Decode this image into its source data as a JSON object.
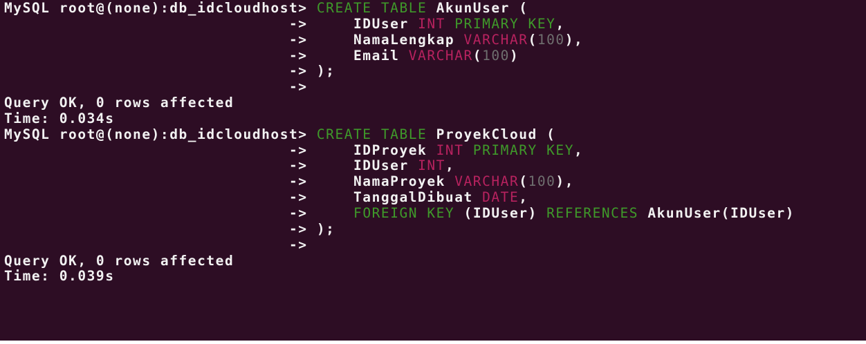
{
  "terminal": {
    "theme": {
      "background": "#2d0d24",
      "text": "#f2f2f2",
      "keyword": "#3f9a2a",
      "type": "#b8225f",
      "number": "#6f6f6f"
    },
    "prompt": "MySQL root@(none):db_idcloudhost> ",
    "continuation": "                               -> ",
    "lines": [
      {
        "segments": [
          {
            "t": "MySQL root@(none):db_idcloudhost> ",
            "c": "pl"
          },
          {
            "t": "CREATE TABLE",
            "c": "kw"
          },
          {
            "t": " AkunUser (",
            "c": "pl"
          }
        ]
      },
      {
        "segments": [
          {
            "t": "                               ->     IDUser ",
            "c": "pl"
          },
          {
            "t": "INT",
            "c": "ty"
          },
          {
            "t": " ",
            "c": "pl"
          },
          {
            "t": "PRIMARY KEY",
            "c": "kw"
          },
          {
            "t": ",",
            "c": "pl"
          }
        ]
      },
      {
        "segments": [
          {
            "t": "                               ->     NamaLengkap ",
            "c": "pl"
          },
          {
            "t": "VARCHAR",
            "c": "ty"
          },
          {
            "t": "(",
            "c": "pl"
          },
          {
            "t": "100",
            "c": "num"
          },
          {
            "t": "),",
            "c": "pl"
          }
        ]
      },
      {
        "segments": [
          {
            "t": "                               ->     Email ",
            "c": "pl"
          },
          {
            "t": "VARCHAR",
            "c": "ty"
          },
          {
            "t": "(",
            "c": "pl"
          },
          {
            "t": "100",
            "c": "num"
          },
          {
            "t": ")",
            "c": "pl"
          }
        ]
      },
      {
        "segments": [
          {
            "t": "                               -> );",
            "c": "pl"
          }
        ]
      },
      {
        "segments": [
          {
            "t": "                               ->",
            "c": "pl"
          }
        ]
      },
      {
        "segments": [
          {
            "t": "Query OK, 0 rows affected",
            "c": "pl"
          }
        ]
      },
      {
        "segments": [
          {
            "t": "Time: 0.034s",
            "c": "pl"
          }
        ]
      },
      {
        "segments": [
          {
            "t": "MySQL root@(none):db_idcloudhost> ",
            "c": "pl"
          },
          {
            "t": "CREATE TABLE",
            "c": "kw"
          },
          {
            "t": " ProyekCloud (",
            "c": "pl"
          }
        ]
      },
      {
        "segments": [
          {
            "t": "                               ->     IDProyek ",
            "c": "pl"
          },
          {
            "t": "INT",
            "c": "ty"
          },
          {
            "t": " ",
            "c": "pl"
          },
          {
            "t": "PRIMARY KEY",
            "c": "kw"
          },
          {
            "t": ",",
            "c": "pl"
          }
        ]
      },
      {
        "segments": [
          {
            "t": "                               ->     IDUser ",
            "c": "pl"
          },
          {
            "t": "INT",
            "c": "ty"
          },
          {
            "t": ",",
            "c": "pl"
          }
        ]
      },
      {
        "segments": [
          {
            "t": "                               ->     NamaProyek ",
            "c": "pl"
          },
          {
            "t": "VARCHAR",
            "c": "ty"
          },
          {
            "t": "(",
            "c": "pl"
          },
          {
            "t": "100",
            "c": "num"
          },
          {
            "t": "),",
            "c": "pl"
          }
        ]
      },
      {
        "segments": [
          {
            "t": "                               ->     TanggalDibuat ",
            "c": "pl"
          },
          {
            "t": "DATE",
            "c": "ty"
          },
          {
            "t": ",",
            "c": "pl"
          }
        ]
      },
      {
        "segments": [
          {
            "t": "                               ->     ",
            "c": "pl"
          },
          {
            "t": "FOREIGN KEY",
            "c": "kw"
          },
          {
            "t": " (IDUser) ",
            "c": "pl"
          },
          {
            "t": "REFERENCES",
            "c": "kw"
          },
          {
            "t": " AkunUser(IDUser)",
            "c": "pl"
          }
        ]
      },
      {
        "segments": [
          {
            "t": "                               -> );",
            "c": "pl"
          }
        ]
      },
      {
        "segments": [
          {
            "t": "                               ->",
            "c": "pl"
          }
        ]
      },
      {
        "segments": [
          {
            "t": "Query OK, 0 rows affected",
            "c": "pl"
          }
        ]
      },
      {
        "segments": [
          {
            "t": "Time: 0.039s",
            "c": "pl"
          }
        ]
      }
    ]
  }
}
